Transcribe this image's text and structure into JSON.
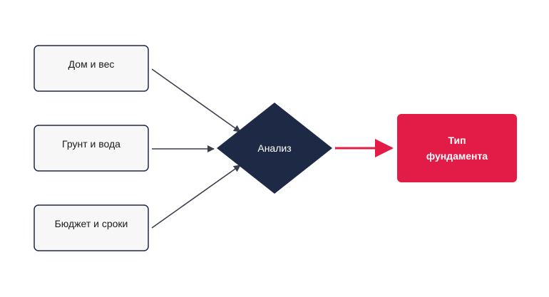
{
  "inputs": [
    {
      "label": "Дом и вес"
    },
    {
      "label": "Грунт и вода"
    },
    {
      "label": "Бюджет и сроки"
    }
  ],
  "decision": {
    "label": "Анализ"
  },
  "result": {
    "line1": "Тип",
    "line2": "фундамента"
  },
  "colors": {
    "box_fill": "#f7f7f8",
    "box_stroke": "#1e2a45",
    "diamond_fill": "#1e2a45",
    "result_fill": "#e31c47",
    "arrow_dark": "#3a3f4b",
    "arrow_red": "#e31c47"
  }
}
